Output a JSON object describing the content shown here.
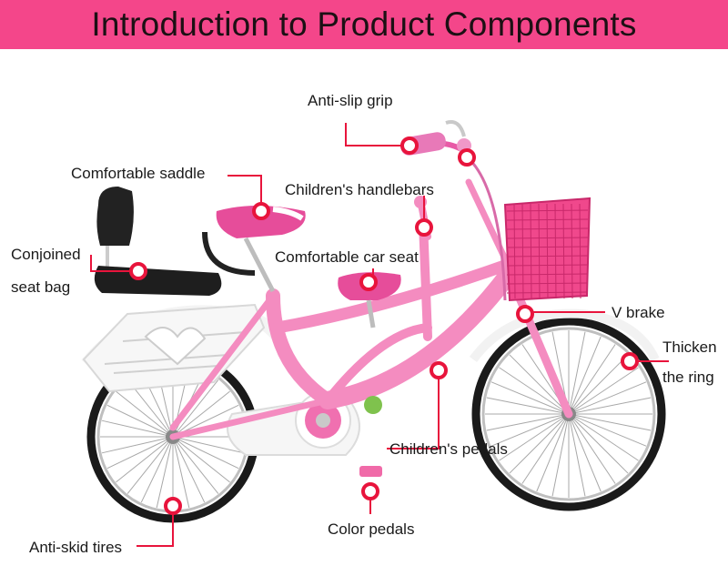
{
  "banner": {
    "title": "Introduction to Product Components"
  },
  "colors": {
    "banner": "#f4468a",
    "accent": "#e8143c",
    "frame": "#f48cc0",
    "basket": "#f0488c"
  },
  "labels": {
    "anti_slip_grip": "Anti-slip grip",
    "comfortable_saddle": "Comfortable saddle",
    "childrens_handlebars": "Children's handlebars",
    "conjoined_line1": "Conjoined",
    "conjoined_line2": "seat bag",
    "comfortable_car_seat": "Comfortable car seat",
    "v_brake": "V brake",
    "thicken_line1": "Thicken",
    "thicken_line2": "the ring",
    "childrens_pedals": "Children's pedals",
    "color_pedals": "Color pedals",
    "anti_skid_tires": "Anti-skid tires"
  }
}
